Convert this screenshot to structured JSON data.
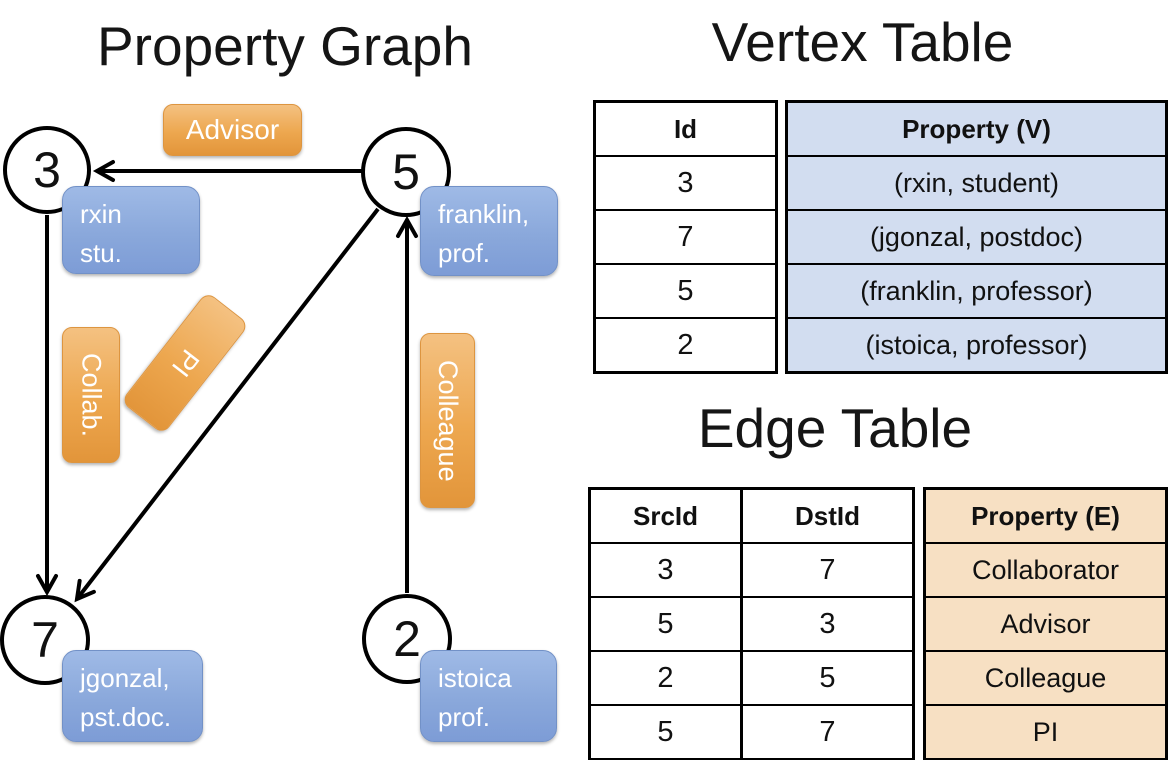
{
  "graph": {
    "title": "Property Graph",
    "nodes": {
      "n3": "3",
      "n5": "5",
      "n7": "7",
      "n2": "2"
    },
    "edge_labels": {
      "advisor": "Advisor",
      "collab": "Collab.",
      "pi": "PI",
      "colleague": "Colleague"
    },
    "cards": {
      "n3": {
        "line1": "rxin",
        "line2": "stu."
      },
      "n5": {
        "line1": "franklin,",
        "line2": "prof."
      },
      "n7": {
        "line1": "jgonzal,",
        "line2": "pst.doc."
      },
      "n2": {
        "line1": "istoica",
        "line2": "prof."
      }
    }
  },
  "vertex_table": {
    "title": "Vertex Table",
    "headers": {
      "id": "Id",
      "property": "Property (V)"
    },
    "rows": [
      {
        "id": "3",
        "property": "(rxin, student)"
      },
      {
        "id": "7",
        "property": "(jgonzal, postdoc)"
      },
      {
        "id": "5",
        "property": "(franklin, professor)"
      },
      {
        "id": "2",
        "property": "(istoica, professor)"
      }
    ]
  },
  "edge_table": {
    "title": "Edge Table",
    "headers": {
      "src": "SrcId",
      "dst": "DstId",
      "property": "Property (E)"
    },
    "rows": [
      {
        "src": "3",
        "dst": "7",
        "property": "Collaborator"
      },
      {
        "src": "5",
        "dst": "3",
        "property": "Advisor"
      },
      {
        "src": "2",
        "dst": "5",
        "property": "Colleague"
      },
      {
        "src": "5",
        "dst": "7",
        "property": "PI"
      }
    ]
  },
  "colors": {
    "edge_label_orange_top": "#f4c181",
    "edge_label_orange_bottom": "#e2953a",
    "vertex_card_blue_top": "#9fbae6",
    "vertex_card_blue_bottom": "#7d9cd6",
    "vertex_table_fill": "#d2ddf0",
    "edge_table_fill": "#f7e0c3",
    "line_black": "#000000"
  }
}
